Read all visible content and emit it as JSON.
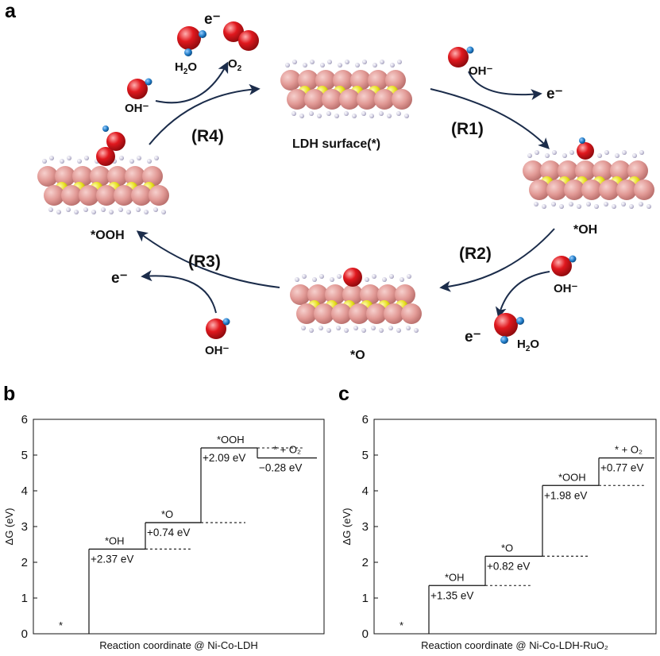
{
  "panels": {
    "a": "a",
    "b": "b",
    "c": "c"
  },
  "cycle": {
    "surface_label": "LDH surface(*)",
    "steps": [
      "(R1)",
      "(R2)",
      "(R3)",
      "(R4)"
    ],
    "intermediates": {
      "oh": "*OH",
      "o": "*O",
      "ooh": "*OOH"
    },
    "electron": "e⁻",
    "hydroxide": "OH⁻",
    "water_main": "H",
    "water_sub": "2",
    "water_tail": "O",
    "oxygen_main": "O",
    "oxygen_sub": "2"
  },
  "colors": {
    "ni_co": "#e29a96",
    "metal_center": "#e6df1c",
    "hydrogen": "#c9c6dc",
    "oxygen": "#e0181e",
    "proton": "#1f7cc8",
    "arrow": "#1b2c4a"
  },
  "chart_data": [
    {
      "type": "step",
      "panel": "b",
      "xlabel": "Reaction coordinate @ Ni-Co-LDH",
      "ylabel": "ΔG (eV)",
      "ylim": [
        0,
        6
      ],
      "yticks": [
        0,
        1,
        2,
        3,
        4,
        5,
        6
      ],
      "levels": [
        {
          "label": "*",
          "value": 0.0
        },
        {
          "label": "*OH",
          "value": 2.37
        },
        {
          "label": "*O",
          "value": 3.11
        },
        {
          "label": "*OOH",
          "value": 5.2
        },
        {
          "label": "* + O₂",
          "value": 4.92
        }
      ],
      "steps": [
        "+2.37 eV",
        "+0.74 eV",
        "+2.09 eV",
        "−0.28 eV"
      ]
    },
    {
      "type": "step",
      "panel": "c",
      "xlabel": "Reaction coordinate @ Ni-Co-LDH-RuO₂",
      "ylabel": "ΔG (eV)",
      "ylim": [
        0,
        6
      ],
      "yticks": [
        0,
        1,
        2,
        3,
        4,
        5,
        6
      ],
      "levels": [
        {
          "label": "*",
          "value": 0.0
        },
        {
          "label": "*OH",
          "value": 1.35
        },
        {
          "label": "*O",
          "value": 2.17
        },
        {
          "label": "*OOH",
          "value": 4.15
        },
        {
          "label": "* + O₂",
          "value": 4.92
        }
      ],
      "steps": [
        "+1.35 eV",
        "+0.82 eV",
        "+1.98 eV",
        "+0.77 eV"
      ]
    }
  ]
}
